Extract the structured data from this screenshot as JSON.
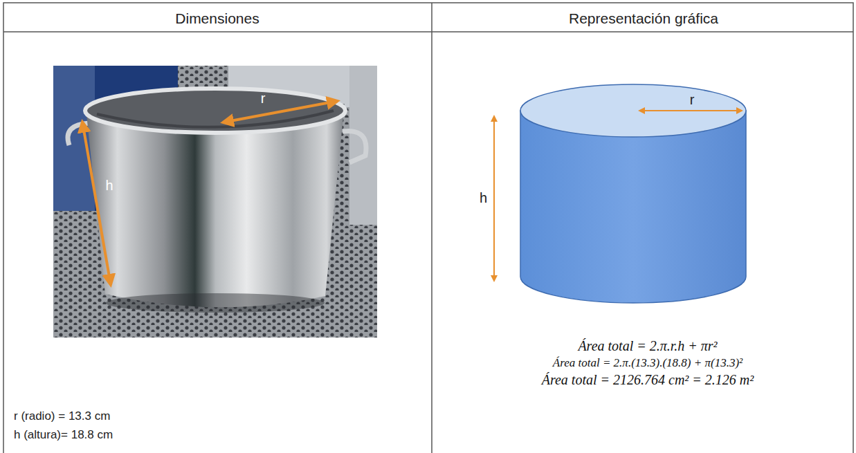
{
  "diagram": {
    "labels": [
      "Dimensiones",
      "Representación gráfica",
      "r",
      "h",
      "r (radio) = 13.3 cm",
      "h (altura)= 18.8 cm",
      "r",
      "h",
      "Área total = 2.π.r.h + πr²",
      "Área total = 2.π.(13.3).(18.8) + π(13.3)²",
      "Área total = 2126.764 cm² = 2.126 m²"
    ]
  }
}
